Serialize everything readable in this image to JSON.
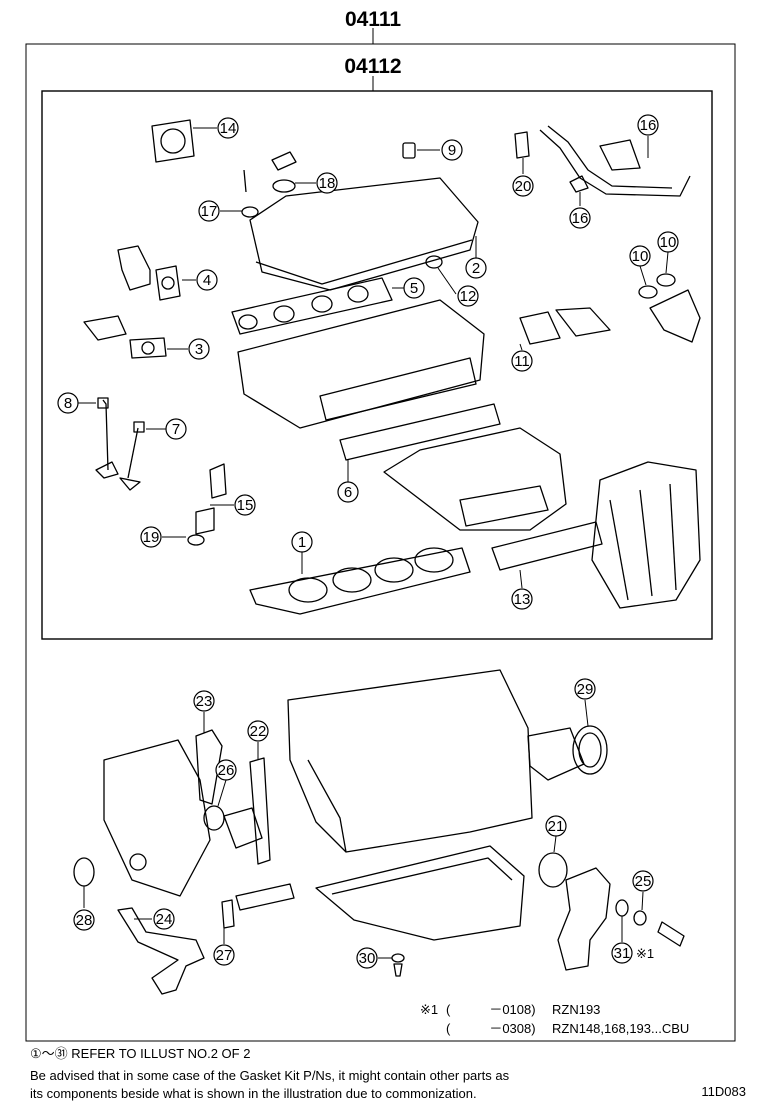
{
  "header": {
    "kit_outer": "04111",
    "kit_inner": "04112"
  },
  "callouts": [
    "1",
    "2",
    "3",
    "4",
    "5",
    "6",
    "7",
    "8",
    "9",
    "10",
    "10",
    "11",
    "12",
    "13",
    "14",
    "15",
    "16",
    "16",
    "17",
    "18",
    "19",
    "20",
    "21",
    "22",
    "23",
    "24",
    "25",
    "26",
    "27",
    "28",
    "29",
    "30",
    "31"
  ],
  "notes": {
    "line1_mark": "※1",
    "line1_range": "(　　　－0108)",
    "line1_models": "RZN193",
    "line2_range": "(　　　－0308)",
    "line2_models": "RZN148,168,193...CBU",
    "asterisk_label": "※1"
  },
  "footer": {
    "refer": "①～㉛ REFER TO ILLUST NO.2 OF 2",
    "advice1": "Be advised that in some case of the Gasket Kit P/Ns,  it might contain other parts as",
    "advice2": "its components beside what is shown in the illustration due to commonization."
  },
  "illustration_code": "11D083"
}
